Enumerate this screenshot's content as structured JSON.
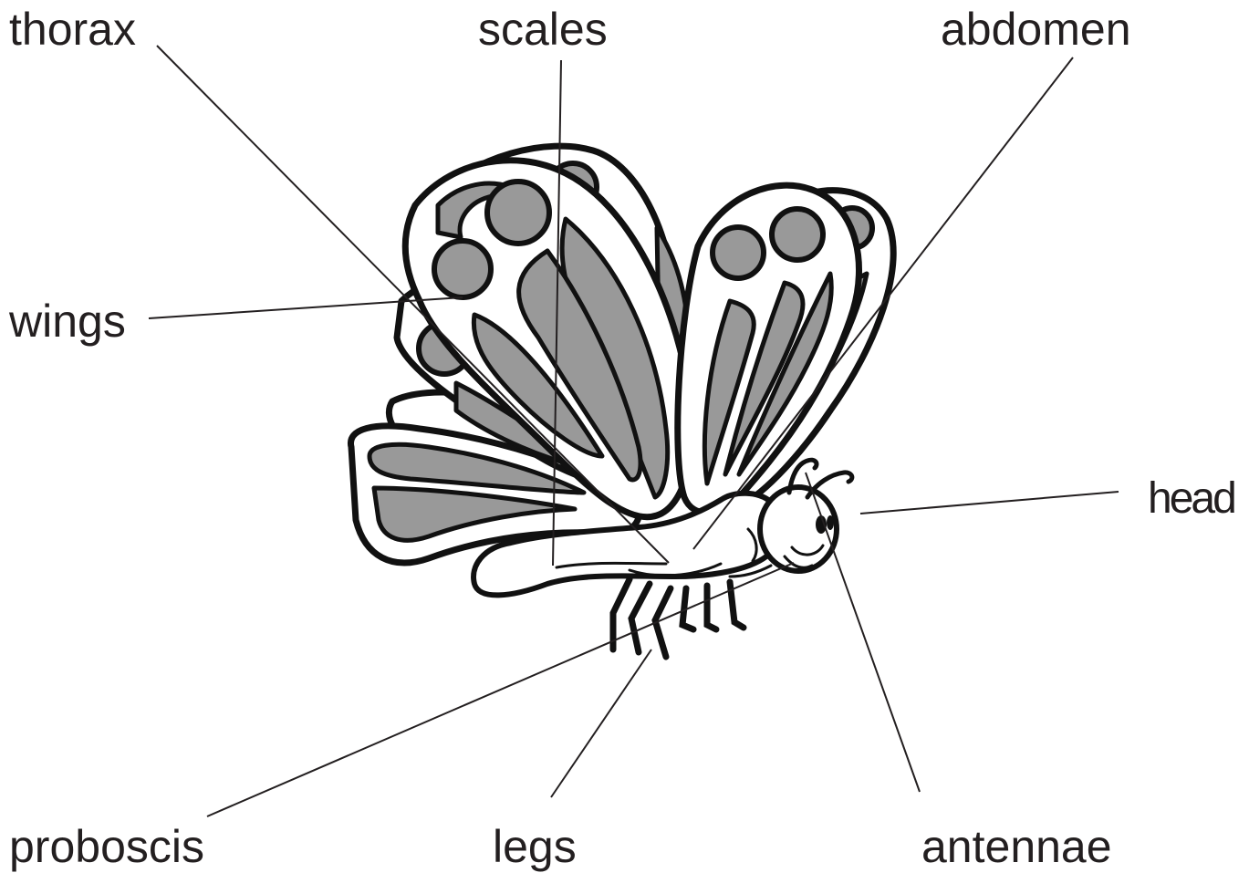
{
  "labels": {
    "thorax": "thorax",
    "scales": "scales",
    "abdomen": "abdomen",
    "wings": "wings",
    "head": "head",
    "proboscis": "proboscis",
    "legs": "legs",
    "antennae": "antennae"
  },
  "colors": {
    "ink": "#231f20",
    "wing_fill": "#999999",
    "background": "#ffffff"
  }
}
